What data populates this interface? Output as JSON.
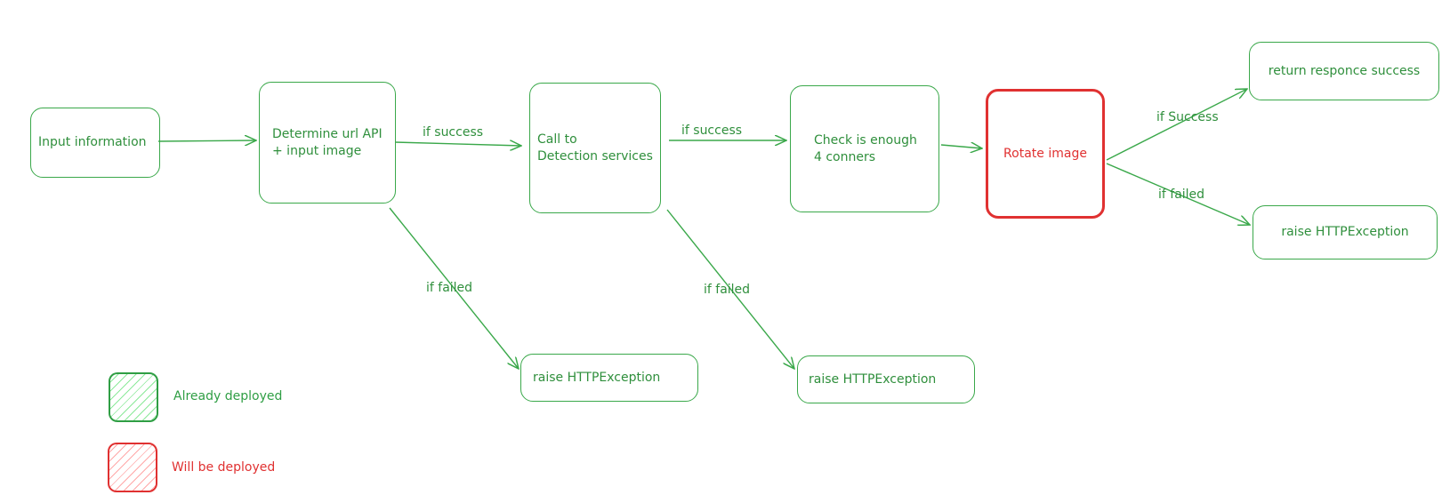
{
  "colors": {
    "deployed": "#2f9e44",
    "planned": "#e03131"
  },
  "nodes": {
    "input": "Input information",
    "determine": "Determine url API\n+ input image",
    "call": "Call to\nDetection services",
    "check": "Check is enough\n4 conners",
    "rotate": "Rotate image",
    "return_success": "return responce success",
    "raise_rotate": "raise HTTPException",
    "raise_determine": "raise HTTPException",
    "raise_call": "raise HTTPException"
  },
  "edges": {
    "determine_success": "if success",
    "call_success": "if success",
    "rotate_success": "if Success",
    "rotate_failed": "if failed",
    "determine_failed": "if failed",
    "call_failed": "if failed"
  },
  "legend": {
    "deployed": "Already deployed",
    "planned": "Will be deployed"
  }
}
